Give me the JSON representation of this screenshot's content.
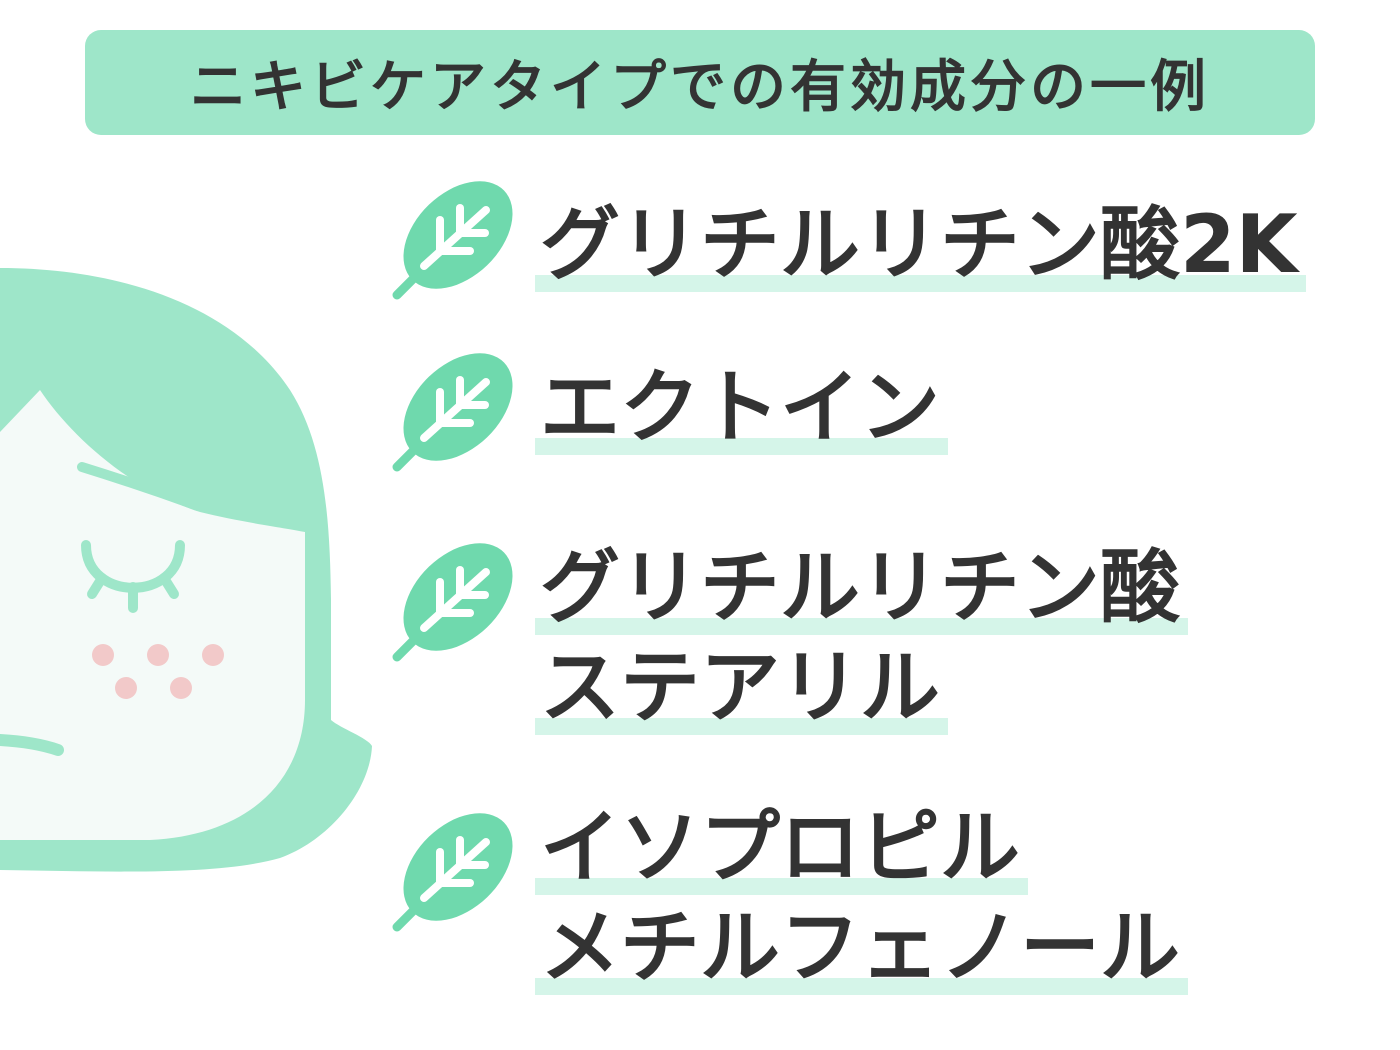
{
  "title": "ニキビケアタイプでの有効成分の一例",
  "ingredients": [
    {
      "icon": "leaf-icon",
      "lines": [
        "グリチルリチン酸2K"
      ]
    },
    {
      "icon": "leaf-icon",
      "lines": [
        "エクトイン"
      ]
    },
    {
      "icon": "leaf-icon",
      "lines": [
        "グリチルリチン酸",
        "ステアリル"
      ]
    },
    {
      "icon": "leaf-icon",
      "lines": [
        "イソプロピル",
        "メチルフェノール"
      ]
    }
  ],
  "colors": {
    "accent": "#9ee6c9",
    "leaf": "#6fd9ad",
    "highlight": "#d5f5e9",
    "text": "#333333",
    "face": "#f4faf8",
    "cheek": "#f2c9c9"
  }
}
